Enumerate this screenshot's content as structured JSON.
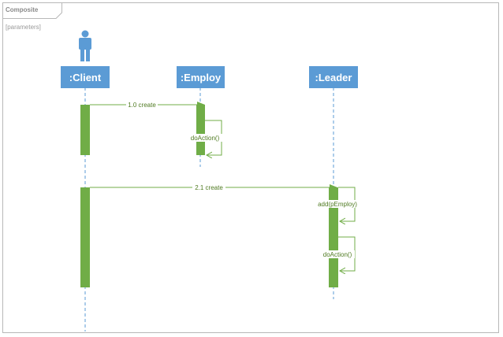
{
  "frame": {
    "title": "Composite",
    "parameters": "[parameters]"
  },
  "lifelines": [
    {
      "id": "client",
      "label": ":Client",
      "actor": true
    },
    {
      "id": "employ",
      "label": ":Employ",
      "actor": false
    },
    {
      "id": "leader",
      "label": ":Leader",
      "actor": false
    }
  ],
  "messages": [
    {
      "id": "m1",
      "label": "1.0 create",
      "from": "client",
      "to": "employ",
      "kind": "call"
    },
    {
      "id": "m2",
      "label": "doAction()",
      "from": "employ",
      "to": "employ",
      "kind": "self"
    },
    {
      "id": "m3",
      "label": "2.1 create",
      "from": "client",
      "to": "leader",
      "kind": "call"
    },
    {
      "id": "m4",
      "label": "add(pEmploy)",
      "from": "leader",
      "to": "leader",
      "kind": "self"
    },
    {
      "id": "m5",
      "label": "doAction()",
      "from": "leader",
      "to": "leader",
      "kind": "self"
    }
  ],
  "colors": {
    "lifeline_head": "#5b9bd5",
    "actor": "#5b9bd5",
    "activation": "#70ad47",
    "message": "#70ad47",
    "lifeline_dash": "#5b9bd5",
    "frame_border": "#b8b8b8"
  }
}
